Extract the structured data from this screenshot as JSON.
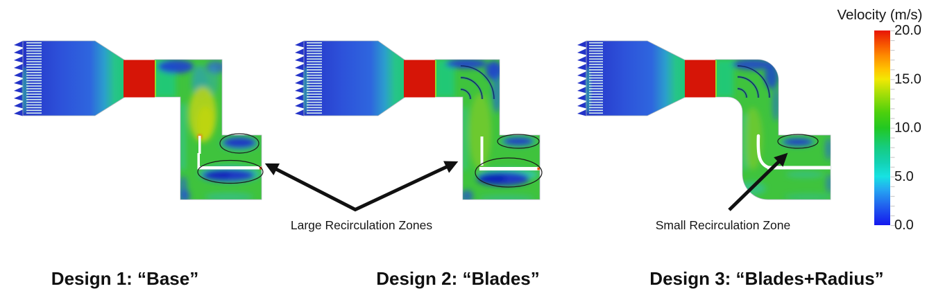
{
  "colorbar": {
    "title": "Velocity (m/s)",
    "tick_labels": [
      "20.0",
      "15.0",
      "10.0",
      "5.0",
      "0.0"
    ],
    "range": {
      "min": 0.0,
      "max": 20.0,
      "units": "m/s"
    },
    "gradient_top_to_bottom": [
      "#e81505",
      "#fe8b00",
      "#f2e804",
      "#22c822",
      "#17e2e2",
      "#1417ee"
    ]
  },
  "designs": [
    {
      "label": "Design 1: “Base”"
    },
    {
      "label": "Design 2: “Blades”"
    },
    {
      "label": "Design 3: “Blades+Radius”"
    }
  ],
  "annotations": {
    "large": {
      "text": "Large Recirculation Zones"
    },
    "small": {
      "text": "Small Recirculation Zone"
    }
  },
  "contour_colors": {
    "high_velocity_red": "#d61507",
    "duct_green": "#3fc33d",
    "inlet_blue": "#2d4fd8",
    "recirculation_blue": "#1b2fc8"
  }
}
